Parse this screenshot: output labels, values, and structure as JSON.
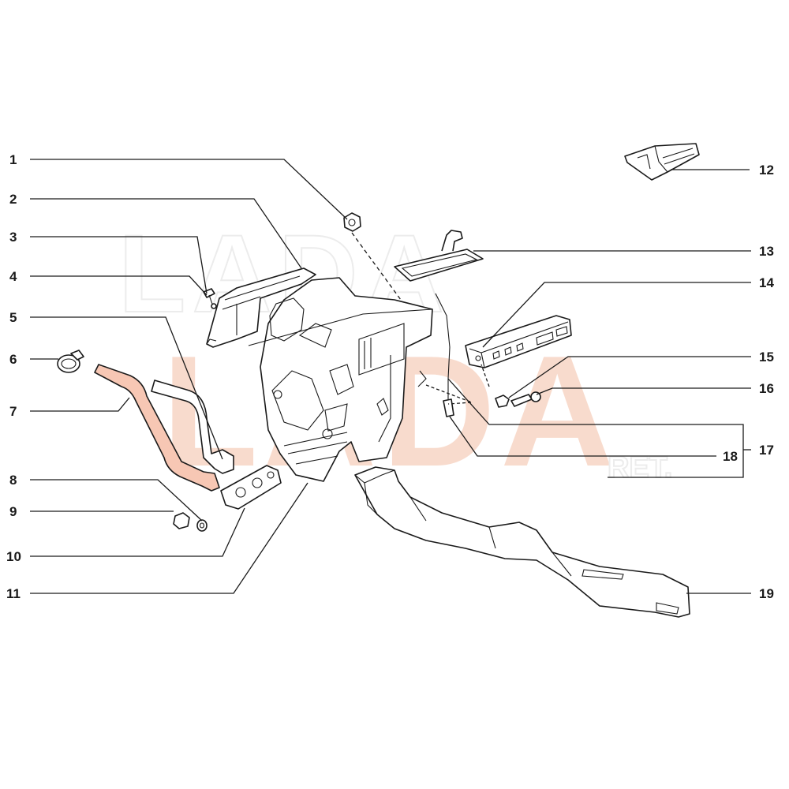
{
  "watermark": {
    "brand": "LADA",
    "outline_text": "LADA",
    "suffix": "RET."
  },
  "colors": {
    "highlight": "#f7c7b4",
    "watermark": "#f7d3c1",
    "line": "#1a1a1a"
  },
  "callouts": [
    "1",
    "2",
    "3",
    "4",
    "5",
    "6",
    "7",
    "8",
    "9",
    "10",
    "11",
    "12",
    "13",
    "14",
    "15",
    "16",
    "17",
    "18",
    "19"
  ]
}
